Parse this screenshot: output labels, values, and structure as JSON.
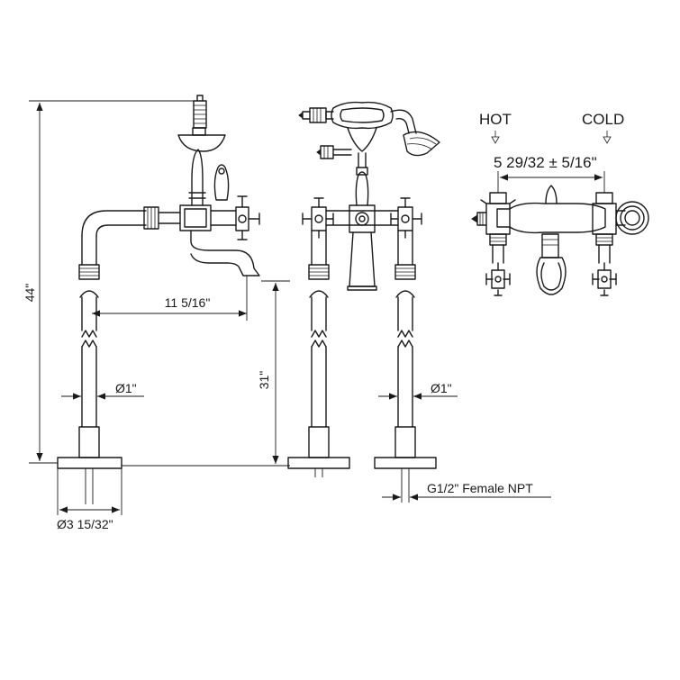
{
  "dimensions": {
    "total_height": "44\"",
    "spout_reach": "11 5/16\"",
    "spout_height": "31\"",
    "pipe_diameter_left": "Ø1\"",
    "pipe_diameter_right": "Ø1\"",
    "base_diameter": "Ø3 15/32\"",
    "connection": "G1/2\" Female NPT",
    "center_distance": "5 29/32 ± 5/16\""
  },
  "labels": {
    "hot": "HOT",
    "cold": "COLD"
  },
  "icons": {
    "hot_arrow": "arrow-down-icon",
    "cold_arrow": "arrow-down-icon"
  }
}
